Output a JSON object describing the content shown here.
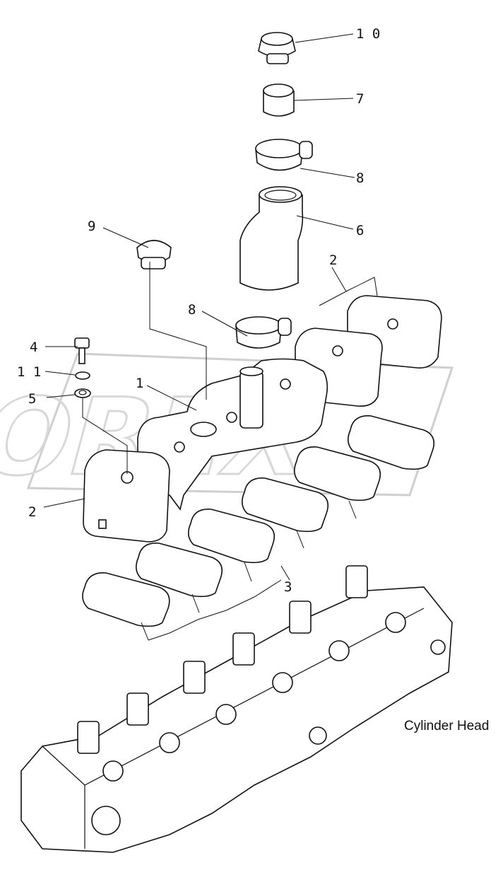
{
  "callouts": [
    {
      "id": "cap-10",
      "text": "1 0"
    },
    {
      "id": "cap-7",
      "text": "7"
    },
    {
      "id": "cap-8a",
      "text": "8"
    },
    {
      "id": "cap-6",
      "text": "6"
    },
    {
      "id": "cap-9",
      "text": "9"
    },
    {
      "id": "cap-2a",
      "text": "2"
    },
    {
      "id": "cap-8b",
      "text": "8"
    },
    {
      "id": "cap-4",
      "text": "4"
    },
    {
      "id": "cap-11",
      "text": "1 1"
    },
    {
      "id": "cap-1",
      "text": "1"
    },
    {
      "id": "cap-5",
      "text": "5"
    },
    {
      "id": "cap-2b",
      "text": "2"
    },
    {
      "id": "cap-3",
      "text": "3"
    }
  ],
  "caption": "Cylinder Head",
  "watermark": "OREX"
}
